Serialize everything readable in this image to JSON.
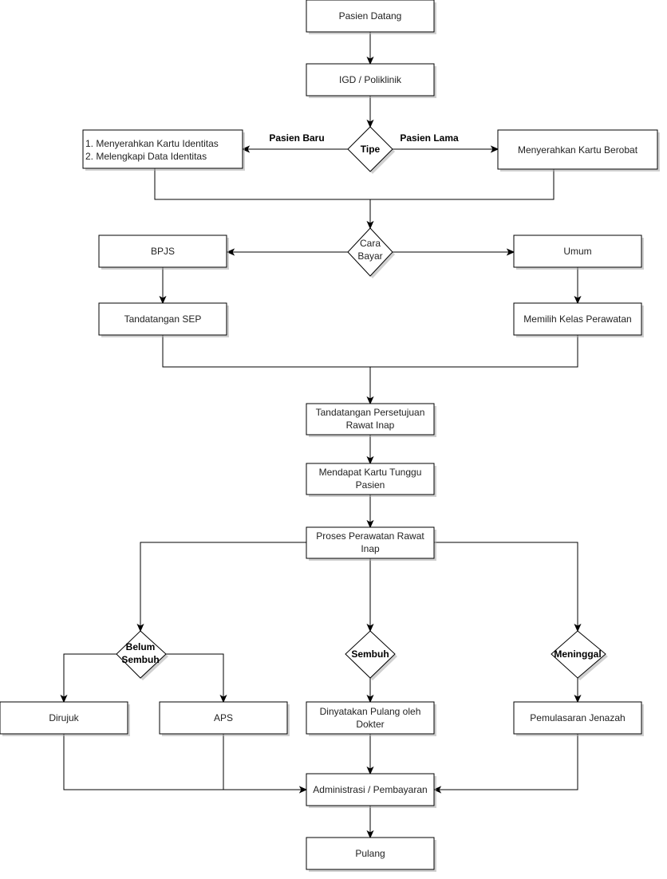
{
  "nodes": {
    "pasien_datang": "Pasien Datang",
    "igd_poliklinik": "IGD / Poliklinik",
    "identitas_1": "1. Menyerahkan Kartu Identitas",
    "identitas_2": "2. Melengkapi Data Identitas",
    "tipe": "Tipe",
    "kartu_berobat": "Menyerahkan Kartu Berobat",
    "cara_bayar_1": "Cara",
    "cara_bayar_2": "Bayar",
    "bpjs": "BPJS",
    "umum": "Umum",
    "tandatangan_sep": "Tandatangan SEP",
    "kelas_perawatan": "Memilih Kelas Perawatan",
    "persetujuan_1": "Tandatangan Persetujuan",
    "persetujuan_2": "Rawat Inap",
    "kartu_tunggu_1": "Mendapat Kartu Tunggu",
    "kartu_tunggu_2": "Pasien",
    "proses_1": "Proses Perawatan Rawat",
    "proses_2": "Inap",
    "belum_sembuh_1": "Belum",
    "belum_sembuh_2": "Sembuh",
    "sembuh": "Sembuh",
    "meninggal": "Meninggal",
    "dirujuk": "Dirujuk",
    "aps": "APS",
    "pulang_dokter_1": "Dinyatakan Pulang oleh",
    "pulang_dokter_2": "Dokter",
    "pemulasaran": "Pemulasaran Jenazah",
    "administrasi": "Administrasi / Pembayaran",
    "pulang": "Pulang"
  },
  "edge_labels": {
    "pasien_baru": "Pasien Baru",
    "pasien_lama": "Pasien Lama"
  }
}
